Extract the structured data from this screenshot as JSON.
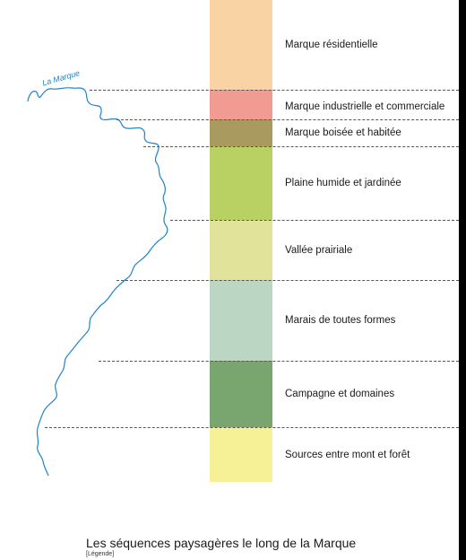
{
  "river": {
    "label": "La Marque",
    "color": "#1e84c9"
  },
  "sequences": [
    {
      "label": "Marque résidentielle",
      "color": "#fad3a4"
    },
    {
      "label": "Marque industrielle et commerciale",
      "color": "#f19b92"
    },
    {
      "label": "Marque boisée et habitée",
      "color": "#a99a60"
    },
    {
      "label": "Plaine humide et jardinée",
      "color": "#b8d162"
    },
    {
      "label": "Vallée prairiale",
      "color": "#e2e39b"
    },
    {
      "label": "Marais de toutes formes",
      "color": "#bcd6c4"
    },
    {
      "label": "Campagne et domaines",
      "color": "#79a56e"
    },
    {
      "label": "Sources entre mont et forêt",
      "color": "#f6f197"
    }
  ],
  "caption": {
    "title": "Les séquences paysagères le long de la Marque",
    "subtitle": "[Légende]"
  }
}
